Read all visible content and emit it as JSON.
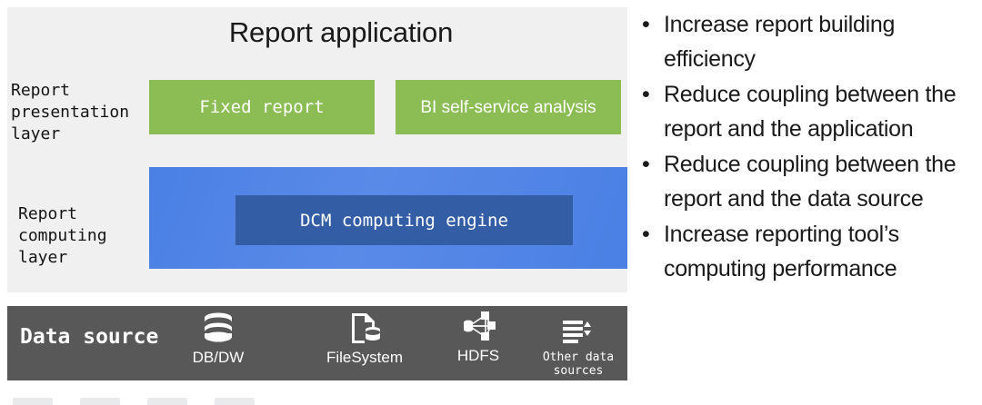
{
  "diagram": {
    "app_title": "Report application",
    "layers": [
      {
        "name": "presentation",
        "label": "Report\npresentation\nlayer"
      },
      {
        "name": "computing",
        "label": "Report\ncomputing\nlayer"
      }
    ],
    "presentation_boxes": [
      {
        "name": "fixed-report",
        "label": "Fixed report"
      },
      {
        "name": "bi-self-service",
        "label": "BI self-service analysis"
      }
    ],
    "computing_box": {
      "label": "DCM computing engine"
    },
    "datasource": {
      "title": "Data source",
      "items": [
        {
          "icon": "database-icon",
          "label": "DB/DW"
        },
        {
          "icon": "file-document-icon",
          "label": "FileSystem"
        },
        {
          "icon": "network-nodes-icon",
          "label": "HDFS"
        },
        {
          "icon": "list-sort-icon",
          "label": "Other data\nsources"
        }
      ]
    },
    "colors": {
      "panel_background": "#f0f0f0",
      "presentation_box": "#8CBD54",
      "computing_panel": "#4a80e4",
      "computing_box": "#335DA5",
      "datasource_bar": "#585858",
      "text_dark": "#1a1a1a",
      "text_light": "#ffffff"
    }
  },
  "bullets": {
    "marker": "•",
    "items": [
      "Increase report building efficiency",
      "Reduce coupling between the report and the application",
      "Reduce coupling between the report and the data source",
      "Increase reporting tool’s computing performance"
    ]
  }
}
